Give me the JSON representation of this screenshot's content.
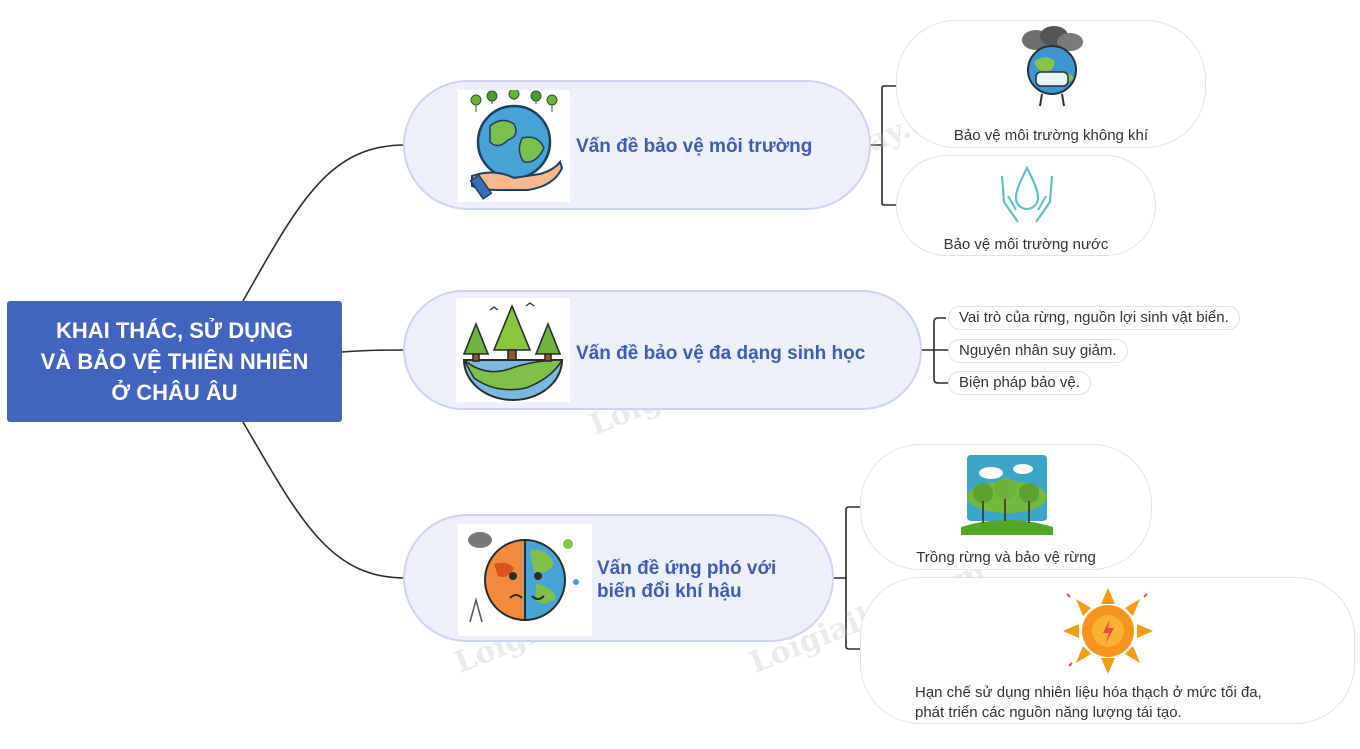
{
  "root": {
    "lines": [
      "KHAI THÁC, SỬ DỤNG",
      "VÀ BẢO VỆ THIÊN NHIÊN",
      "Ở CHÂU ÂU"
    ]
  },
  "topics": [
    {
      "title": "Vấn đề bảo vệ môi trường",
      "icon": "earth-in-hand-icon",
      "subs": [
        {
          "label": "Bảo vệ môi trường không khí",
          "icon": "earth-mask-pollution-icon"
        },
        {
          "label": "Bảo vệ môi trường nước",
          "icon": "water-drop-hands-icon"
        }
      ]
    },
    {
      "title": "Vấn đề bảo vệ đa dạng sinh học",
      "icon": "trees-on-earth-icon",
      "items": [
        "Vai trò của rừng, nguồn lợi sinh vật biển.",
        "Nguyên nhân suy giảm.",
        "Biện pháp bảo vệ."
      ]
    },
    {
      "title_lines": [
        "Vấn đề ứng phó với",
        "biến đổi khí hậu"
      ],
      "icon": "climate-change-earth-icon",
      "subs": [
        {
          "label": "Trồng rừng và bảo vệ rừng",
          "icon": "forest-icon"
        },
        {
          "label_lines": [
            "Hạn chế sử dụng nhiên liệu hóa thạch ở mức tối đa,",
            "phát triển các nguồn năng lượng tái tạo."
          ],
          "icon": "sun-energy-icon"
        }
      ]
    }
  ],
  "watermark": "Loigiaihay.com",
  "colors": {
    "root": "#4264be",
    "topic_fill": "#edf0fb",
    "topic_border": "#ccd4f0",
    "topic_text": "#3f5cb4"
  }
}
